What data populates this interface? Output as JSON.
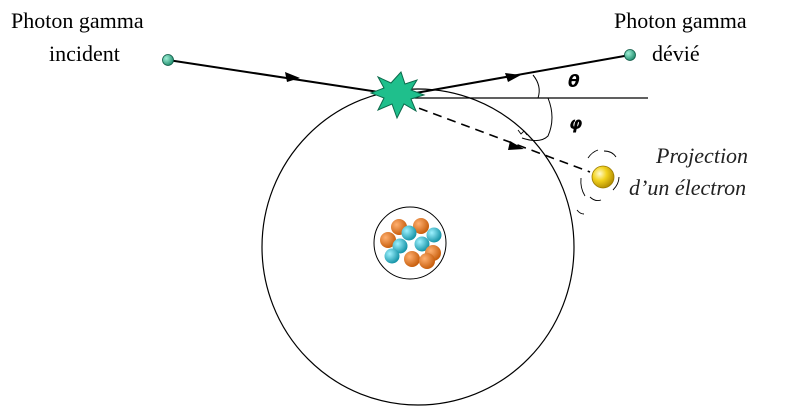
{
  "labels": {
    "incident_line1": "Photon gamma",
    "incident_line2": "incident",
    "deviated_line1": "Photon gamma",
    "deviated_line2": "dévié",
    "theta": "θ",
    "phi": "φ",
    "electron_line1": "Projection",
    "electron_line2": "d’un électron"
  },
  "colors": {
    "photon": "#2aa384",
    "collision_burst": "#1fbf8c",
    "electron": "#f2d21e",
    "proton": "#e07018",
    "neutron": "#18b4c8",
    "line": "#000000"
  },
  "icons": {
    "collision": "collision-burst-icon",
    "electron": "electron-ball-icon",
    "nucleus": "nucleus-icon"
  }
}
